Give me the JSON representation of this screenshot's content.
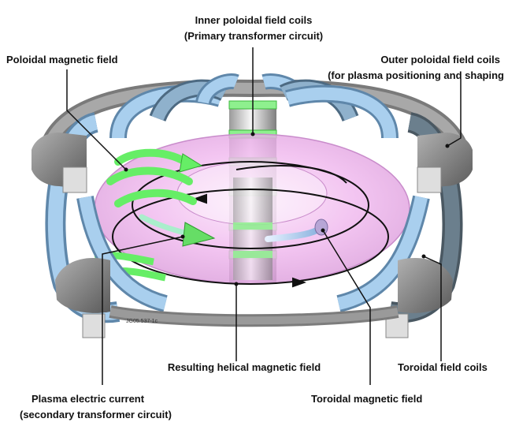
{
  "labels": {
    "inner_coils_line1": "Inner poloidal field coils",
    "inner_coils_line2": "(Primary transformer circuit)",
    "poloidal_field": "Poloidal magnetic field",
    "outer_coils_line1": "Outer poloidal field coils",
    "outer_coils_line2": "(for plasma positioning and shaping",
    "helical_field": "Resulting helical magnetic field",
    "toroidal_coils": "Toroidal field coils",
    "plasma_current_line1": "Plasma electric current",
    "plasma_current_line2": "(secondary transformer circuit)",
    "toroidal_field": "Toroidal magnetic field",
    "figure_code": "JG05.537-1c"
  },
  "colors": {
    "plasma": "#f0b8ee",
    "plasma_edge": "#c98ccb",
    "toroidal_coil": "#a9cfee",
    "toroidal_coil_edge": "#5f87aa",
    "toroidal_coil_dark": "#5e6f7c",
    "poloidal_arrow": "#66ee66",
    "central_solenoid": "#8ef08e",
    "outer_coil": "#8a8a8a",
    "outer_coil_face": "#dedede"
  }
}
